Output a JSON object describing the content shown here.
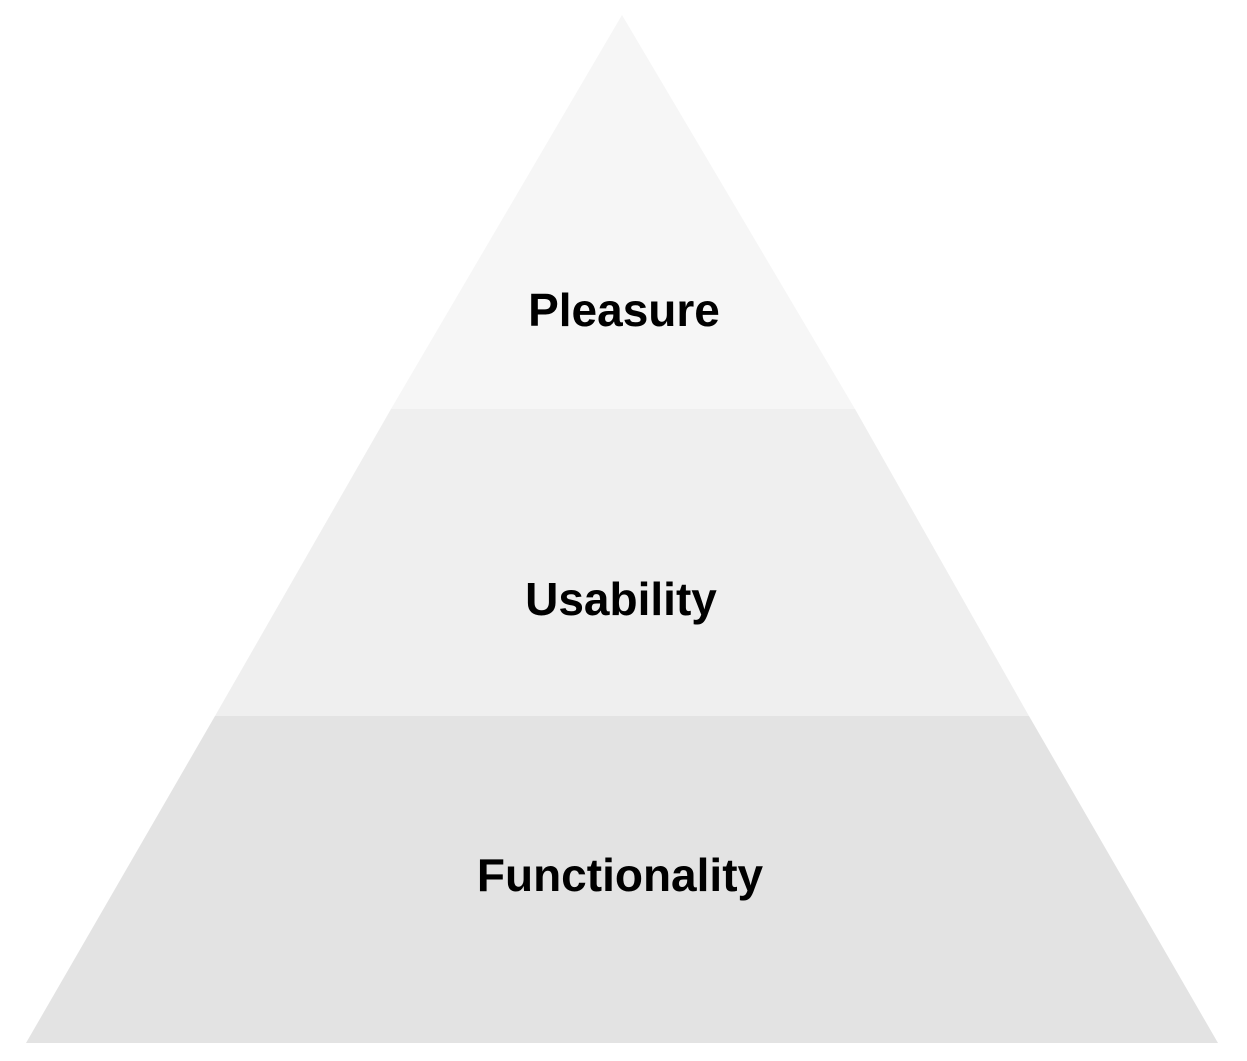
{
  "diagram": {
    "type": "pyramid",
    "levels": [
      {
        "label": "Pleasure",
        "color": "#f6f6f6"
      },
      {
        "label": "Usability",
        "color": "#efefef"
      },
      {
        "label": "Functionality",
        "color": "#e3e3e3"
      }
    ]
  }
}
